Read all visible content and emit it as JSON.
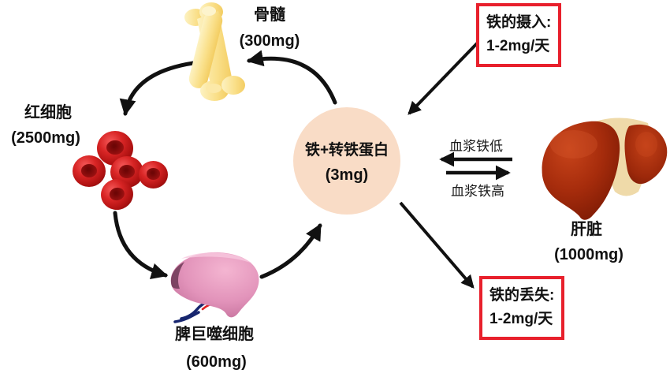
{
  "diagram": {
    "nodes": {
      "bone_marrow": {
        "name": "骨髓",
        "amount": "(300mg)"
      },
      "red_blood_cells": {
        "name": "红细胞",
        "amount": "(2500mg)"
      },
      "spleen_macrophages": {
        "name": "脾巨噬细胞",
        "amount": "(600mg)"
      },
      "transferrin_pool": {
        "name": "铁+转铁蛋白",
        "amount": "(3mg)"
      },
      "liver": {
        "name": "肝脏",
        "amount": "(1000mg)"
      }
    },
    "callouts": {
      "iron_intake": {
        "title": "铁的摄入:",
        "value": "1-2mg/天"
      },
      "iron_loss": {
        "title": "铁的丢失:",
        "value": "1-2mg/天"
      }
    },
    "exchange_labels": {
      "plasma_iron_low": "血浆铁低",
      "plasma_iron_high": "血浆铁高"
    },
    "colors": {
      "callout_border": "#e8202c",
      "pool_circle_fill": "#f9dcc6",
      "arrow": "#111111"
    }
  }
}
